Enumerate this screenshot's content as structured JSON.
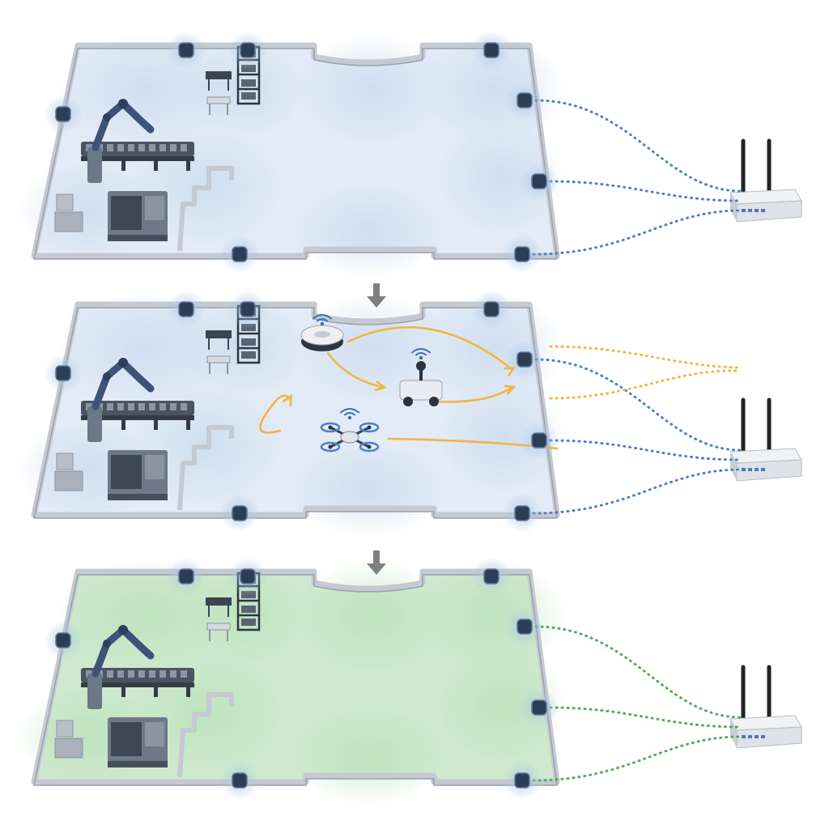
{
  "diagram": {
    "panels": [
      {
        "id": "initial-coverage",
        "zone_tint": "#dbe6f4",
        "link_color": "#4a80c8",
        "devices": [],
        "motion_paths": false
      },
      {
        "id": "mobile-robots-survey",
        "zone_tint": "#dbe6f4",
        "link_color": "#4a80c8",
        "devices": [
          "ground-robot-disc",
          "rover-robot",
          "quadcopter-drone"
        ],
        "motion_paths": true,
        "path_color": "#f5b440"
      },
      {
        "id": "optimized-coverage",
        "zone_tint": "#c9e7c9",
        "link_color": "#4caf50",
        "devices": [],
        "motion_paths": false
      }
    ],
    "arrows": [
      "down-arrow",
      "down-arrow"
    ],
    "anchor_nodes": [
      "node-top-a",
      "node-top-b",
      "node-left",
      "node-bottom",
      "node-top-right",
      "node-right-1",
      "node-right-2",
      "node-bottom-right"
    ],
    "equipment": [
      "robotic-arm",
      "conveyor-belt",
      "cnc-machine",
      "storage-shelf",
      "work-table",
      "crates"
    ],
    "gateway": "wifi-router",
    "colors": {
      "node_fill": "#2c3e56",
      "node_halo": "#a8c4e6",
      "wall": "#c4c9d2",
      "arrow": "#7f7f7f",
      "machine": "#5f6b7a"
    }
  }
}
